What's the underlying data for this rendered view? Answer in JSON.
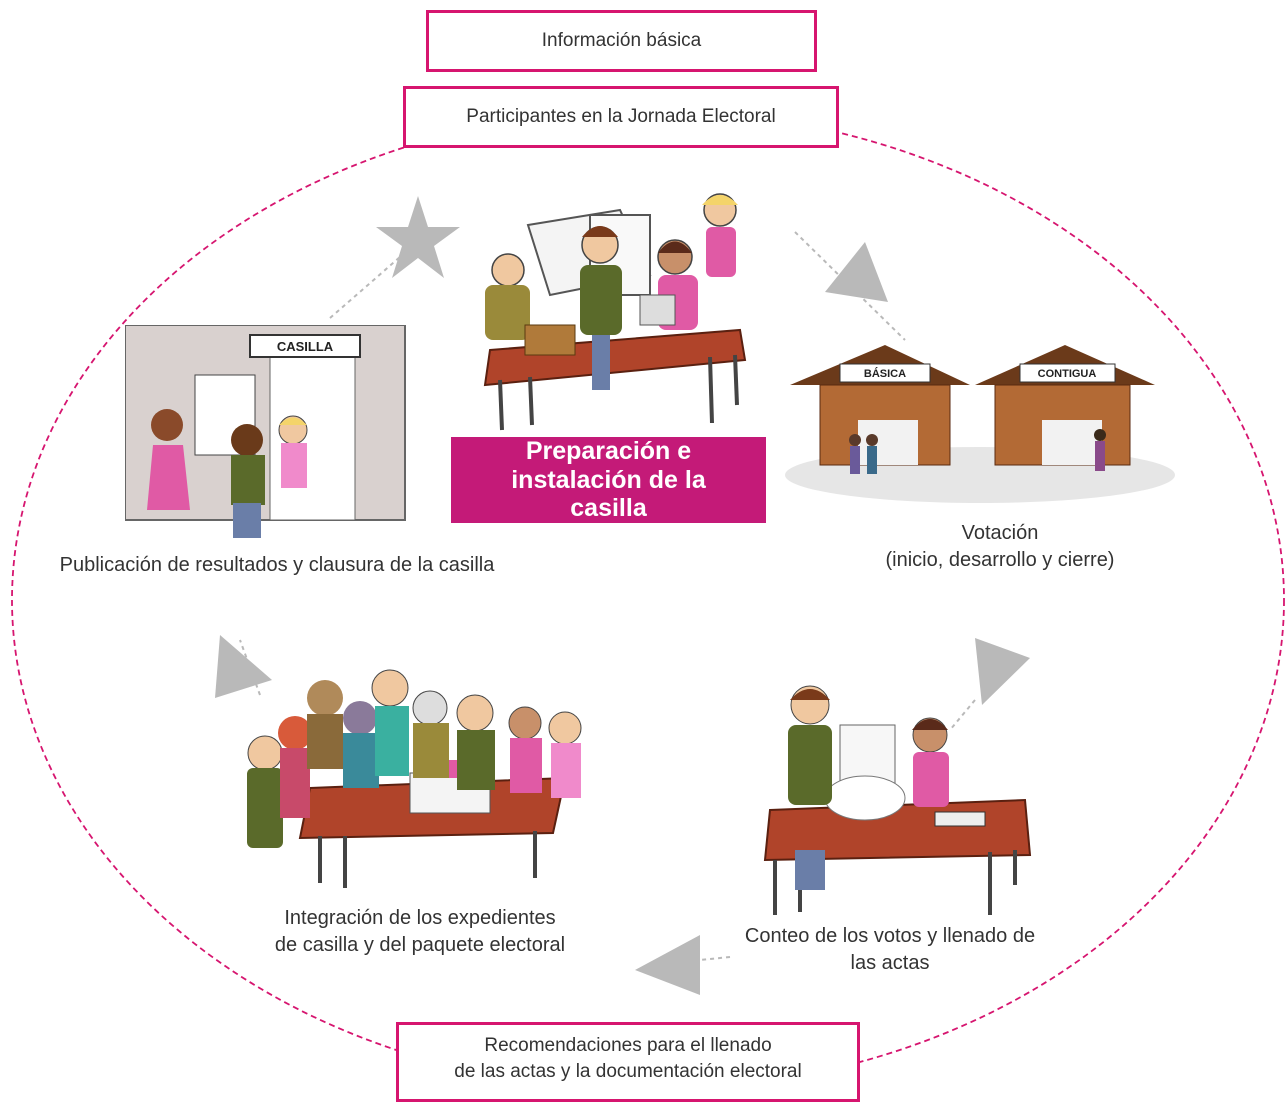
{
  "header_boxes": {
    "basic_info": "Información básica",
    "participants": "Participantes en la Jornada Electoral",
    "recommendations_line1": "Recomendaciones para el llenado",
    "recommendations_line2": "de las actas y la documentación electoral"
  },
  "stages": {
    "preparation": "Preparación e instalación de la casilla",
    "voting_line1": "Votación",
    "voting_line2": "(inicio, desarrollo y cierre)",
    "counting_line1": "Conteo de los votos y llenado de",
    "counting_line2": "las actas",
    "integration_line1": "Integración de los expedientes",
    "integration_line2": "de casilla y del paquete electoral",
    "publication": "Publicación de resultados y clausura de la casilla"
  },
  "signs": {
    "casilla": "CASILLA",
    "basica": "BÁSICA",
    "contigua": "CONTIGUA"
  },
  "colors": {
    "accent": "#d6156f",
    "highlight": "#c41a78",
    "arrow": "#b9b9b9",
    "table": "#b0442a"
  }
}
